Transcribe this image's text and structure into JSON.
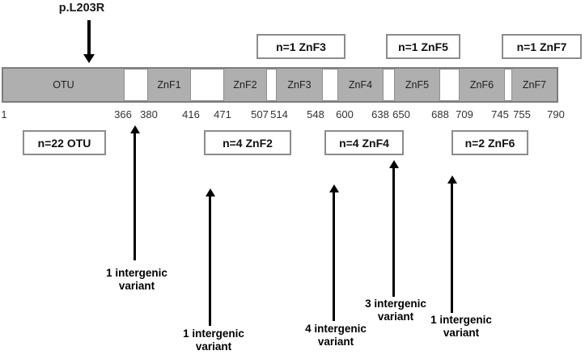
{
  "figure": {
    "mutation_label": "p.L203R",
    "count_boxes_above": [
      "n=1 ZnF3",
      "n=1 ZnF5",
      "n=1 ZnF7"
    ],
    "count_boxes_below": [
      "n=22 OTU",
      "n=4 ZnF2",
      "n=4 ZnF4",
      "n=2 ZnF6"
    ],
    "protein": {
      "domains": [
        "OTU",
        "ZnF1",
        "ZnF2",
        "ZnF3",
        "ZnF4",
        "ZnF5",
        "ZnF6",
        "ZnF7"
      ],
      "residue_ticks": [
        "1",
        "366",
        "380",
        "416",
        "471",
        "507",
        "514",
        "548",
        "600",
        "638",
        "650",
        "688",
        "709",
        "745",
        "755",
        "790"
      ]
    },
    "variant_labels": [
      "1 intergenic\nvariant",
      "1 intergenic\nvariant",
      "4 intergenic\nvariant",
      "3 intergenic\nvariant",
      "1 intergenic\nvariant"
    ]
  },
  "colors": {
    "domain_fill": "#afafaf",
    "domain_border": "#7d7d7d",
    "count_box_border": "#8c8c8c",
    "arrow": "#000000"
  }
}
